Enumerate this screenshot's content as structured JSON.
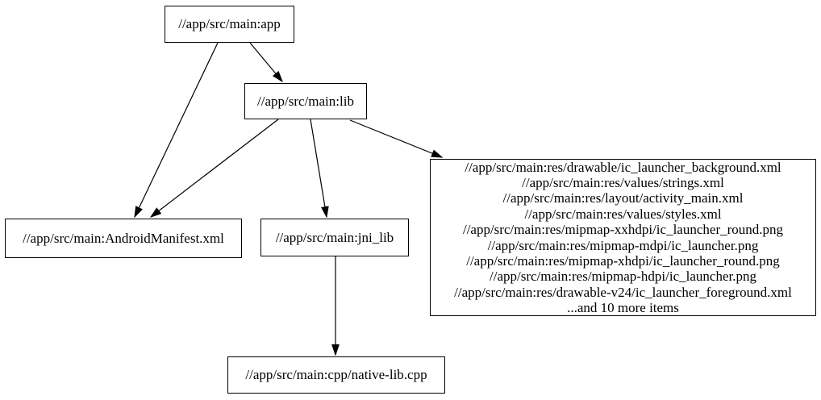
{
  "graph": {
    "type": "dependency-graph",
    "background_color": "#ffffff",
    "node_border_color": "#000000",
    "edge_color": "#000000",
    "text_color": "#000000",
    "nodes": {
      "app": {
        "label": "//app/src/main:app"
      },
      "lib": {
        "label": "//app/src/main:lib"
      },
      "manifest": {
        "label": "//app/src/main:AndroidManifest.xml"
      },
      "jni_lib": {
        "label": "//app/src/main:jni_lib"
      },
      "native_lib": {
        "label": "//app/src/main:cpp/native-lib.cpp"
      },
      "resources": {
        "lines": [
          "//app/src/main:res/drawable/ic_launcher_background.xml",
          "//app/src/main:res/values/strings.xml",
          "//app/src/main:res/layout/activity_main.xml",
          "//app/src/main:res/values/styles.xml",
          "//app/src/main:res/mipmap-xxhdpi/ic_launcher_round.png",
          "//app/src/main:res/mipmap-mdpi/ic_launcher.png",
          "//app/src/main:res/mipmap-xhdpi/ic_launcher_round.png",
          "//app/src/main:res/mipmap-hdpi/ic_launcher.png",
          "//app/src/main:res/drawable-v24/ic_launcher_foreground.xml",
          "...and 10 more items"
        ]
      }
    },
    "edges": [
      {
        "from": "app",
        "to": "lib"
      },
      {
        "from": "app",
        "to": "manifest"
      },
      {
        "from": "lib",
        "to": "manifest"
      },
      {
        "from": "lib",
        "to": "jni_lib"
      },
      {
        "from": "lib",
        "to": "resources"
      },
      {
        "from": "jni_lib",
        "to": "native_lib"
      }
    ]
  }
}
